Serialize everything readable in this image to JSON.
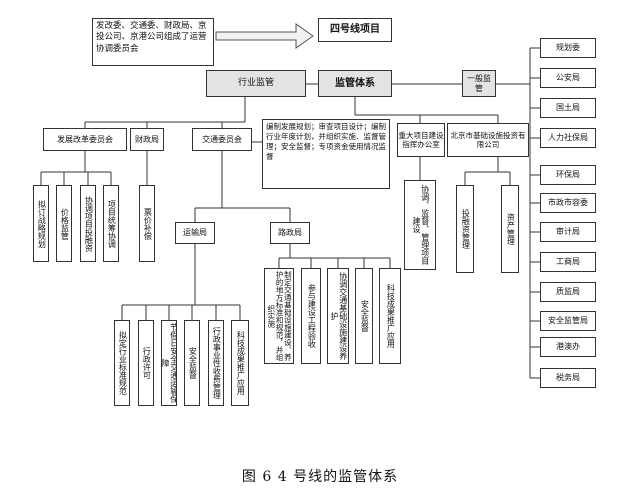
{
  "header": {
    "committee_note": "发改委、交通委、财政局、京投公司、京港公司组成了运营协调委员会",
    "project_title": "四号线项目",
    "system_title": "监管体系"
  },
  "industry": {
    "label": "行业监管",
    "ndrc": "发展改革委员会",
    "ndrc_duties": [
      "拟订战略规划",
      "价格监管",
      "协调项目投融资",
      "项目统筹协调"
    ],
    "finance": "财政局",
    "finance_duties": [
      "票价补偿"
    ],
    "transport": "交通委员会",
    "transport_note": "编制发展规划；审查项目设计；编制行业年度计划，并组织实施、监督管理；安全监督；专项资金使用情况监督",
    "transport_bureau": "运输局",
    "transport_bureau_duties": [
      "拟定行业标准规范",
      "行政许可",
      "节假日安全交通运输保障",
      "安全监督",
      "行政事业性收费管理",
      "科技成果推广应用"
    ],
    "road_bureau": "路政局",
    "road_bureau_duties": [
      "制定交通基础设施建设、养护的地方标准和规范，并组织实施",
      "参与建设工程验收",
      "协调交通基础设施建设养护",
      "安全监督",
      "科技成果推广应用"
    ]
  },
  "major": {
    "office": "重大项目建设指挥办公室",
    "office_duties": [
      "协调、监督、管理项目建设"
    ],
    "investment": "北京市基础设施投资有限公司",
    "investment_duties": [
      "投融资管理",
      "资产管理"
    ]
  },
  "general": {
    "label": "一般监管",
    "agencies": [
      "规划委",
      "公安局",
      "国土局",
      "人力社保局",
      "环保局",
      "市政市容委",
      "审计局",
      "工商局",
      "质监局",
      "安全监管局",
      "港澳办",
      "税务局"
    ]
  },
  "caption": "图 6  4 号线的监管体系"
}
